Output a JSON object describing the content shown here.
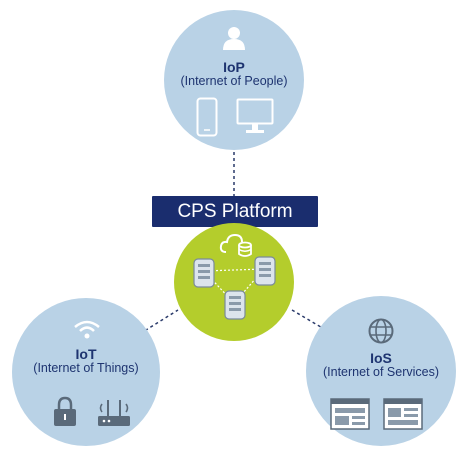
{
  "platform": {
    "title": "CPS Platform",
    "color": "#1a2d6e",
    "core_color": "#b4cd2c"
  },
  "nodes": {
    "iop": {
      "title": "IoP",
      "subtitle": "(Internet of People)"
    },
    "iot": {
      "title": "IoT",
      "subtitle": "(Internet of Things)"
    },
    "ios": {
      "title": "IoS",
      "subtitle": "(Internet of Services)"
    }
  },
  "colors": {
    "circle": "#b9d2e6",
    "text": "#1e3470",
    "icon": "#ffffff",
    "icon_dark": "#5a6a7a",
    "connector": "#2a3a6a"
  },
  "icons": {
    "iop": [
      "person-icon",
      "smartphone-icon",
      "monitor-icon"
    ],
    "iot": [
      "wifi-icon",
      "padlock-icon",
      "router-icon"
    ],
    "ios": [
      "globe-icon",
      "webpage-icon",
      "webpage-icon"
    ],
    "core": [
      "cloud-database-icon",
      "server-icon",
      "server-icon",
      "server-icon"
    ]
  }
}
